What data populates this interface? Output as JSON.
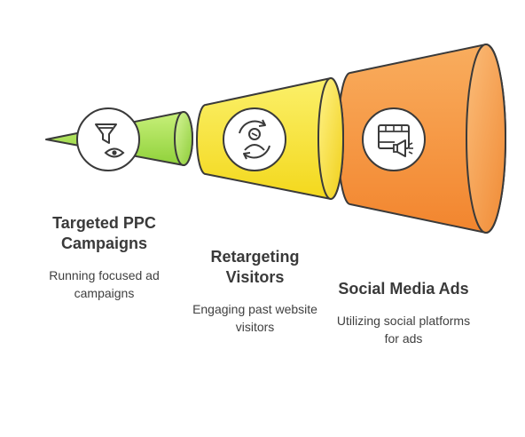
{
  "colors": {
    "stage1": "#a6e04a",
    "stage2": "#f7e32a",
    "stage3": "#f7953e",
    "outline": "#3a3a3a"
  },
  "stages": [
    {
      "icon": "funnel-eye-icon",
      "title": "Targeted PPC Campaigns",
      "description": "Running focused ad campaigns"
    },
    {
      "icon": "retargeting-user-icon",
      "title": "Retargeting Visitors",
      "description": "Engaging past website visitors"
    },
    {
      "icon": "video-megaphone-icon",
      "title": "Social Media Ads",
      "description": "Utilizing social platforms for ads"
    }
  ]
}
